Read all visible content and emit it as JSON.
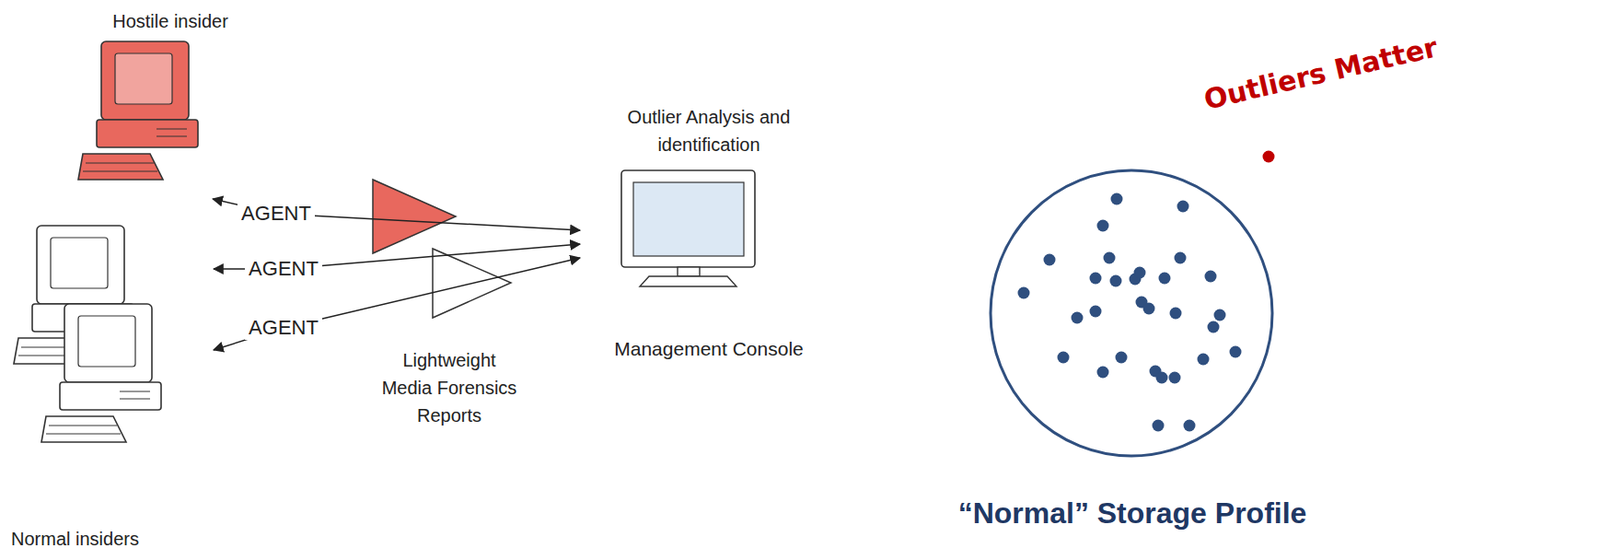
{
  "diagram": {
    "nodes": [
      {
        "text": [
          "Hostile insider"
        ]
      },
      {
        "text": [
          "Normal insiders"
        ]
      },
      {
        "text": [
          "Lightweight Media Forensics Reports"
        ]
      },
      {
        "text": [
          "Outlier Analysis and identification",
          "Management Console"
        ]
      },
      {
        "text": [
          "“Normal” Storage Profile"
        ]
      }
    ],
    "edges": [
      {
        "from": 0,
        "to": 3,
        "label": "AGENT",
        "arrow": "both"
      },
      {
        "from": 1,
        "to": 3,
        "label": "AGENT",
        "arrow": "both"
      },
      {
        "from": 1,
        "to": 3,
        "label": "AGENT",
        "arrow": "both"
      }
    ],
    "labels": [
      "Outliers Matter"
    ]
  }
}
